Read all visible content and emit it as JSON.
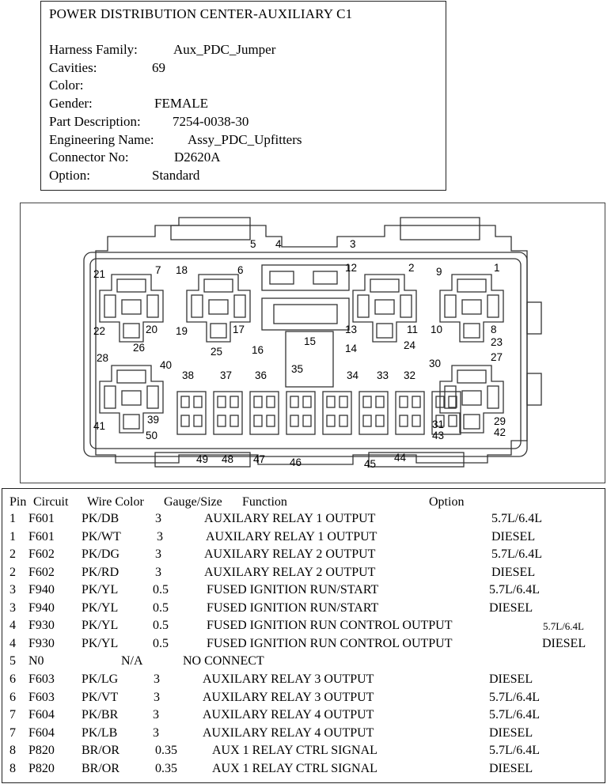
{
  "connector_info": {
    "title": "POWER DISTRIBUTION CENTER-AUXILIARY C1",
    "rows": [
      {
        "label": "Harness Family:",
        "value": "Aux_PDC_Jumper"
      },
      {
        "label": "Cavities:",
        "value": "69"
      },
      {
        "label": "Color:",
        "value": ""
      },
      {
        "label": "Gender:",
        "value": "FEMALE"
      },
      {
        "label": "Part Description:",
        "value": "7254-0038-30"
      },
      {
        "label": "Engineering Name:",
        "value": "Assy_PDC_Upfitters"
      },
      {
        "label": "Connector No:",
        "value": "D2620A"
      },
      {
        "label": "Option:",
        "value": "Standard"
      }
    ]
  },
  "diagram": {
    "pin_labels": [
      "1",
      "2",
      "3",
      "4",
      "5",
      "6",
      "7",
      "8",
      "9",
      "10",
      "11",
      "12",
      "13",
      "14",
      "15",
      "16",
      "17",
      "18",
      "19",
      "20",
      "21",
      "22",
      "23",
      "24",
      "25",
      "26",
      "27",
      "28",
      "29",
      "30",
      "31",
      "32",
      "33",
      "34",
      "35",
      "36",
      "37",
      "38",
      "39",
      "40",
      "41",
      "42",
      "43",
      "44",
      "45",
      "46",
      "47",
      "48",
      "49",
      "50"
    ]
  },
  "pin_table": {
    "headers": {
      "pin": "Pin",
      "circuit": "Circuit",
      "wire_color": "Wire Color",
      "gauge": "Gauge/Size",
      "function": "Function",
      "option": "Option"
    },
    "rows": [
      {
        "pin": "1",
        "circuit": "F601",
        "color": "PK/DB",
        "gauge": "3",
        "function": "AUXILARY RELAY 1 OUTPUT",
        "option": "5.7L/6.4L"
      },
      {
        "pin": "1",
        "circuit": "F601",
        "color": "PK/WT",
        "gauge": "3",
        "function": "AUXILARY RELAY 1 OUTPUT",
        "option": "DIESEL"
      },
      {
        "pin": "2",
        "circuit": "F602",
        "color": "PK/DG",
        "gauge": "3",
        "function": "AUXILARY RELAY 2 OUTPUT",
        "option": "5.7L/6.4L"
      },
      {
        "pin": "2",
        "circuit": "F602",
        "color": "PK/RD",
        "gauge": "3",
        "function": "AUXILARY RELAY 2 OUTPUT",
        "option": "DIESEL"
      },
      {
        "pin": "3",
        "circuit": "F940",
        "color": "PK/YL",
        "gauge": "0.5",
        "function": "FUSED IGNITION RUN/START",
        "option": "5.7L/6.4L"
      },
      {
        "pin": "3",
        "circuit": "F940",
        "color": "PK/YL",
        "gauge": "0.5",
        "function": "FUSED IGNITION RUN/START",
        "option": "DIESEL"
      },
      {
        "pin": "4",
        "circuit": "F930",
        "color": "PK/YL",
        "gauge": "0.5",
        "function": "FUSED IGNITION RUN CONTROL OUTPUT",
        "option": "5.7L/6.4L"
      },
      {
        "pin": "4",
        "circuit": "F930",
        "color": "PK/YL",
        "gauge": "0.5",
        "function": "FUSED IGNITION RUN CONTROL OUTPUT",
        "option": "DIESEL"
      },
      {
        "pin": "5",
        "circuit": "N0",
        "color": "N/A",
        "gauge": "",
        "function": "NO CONNECT",
        "option": ""
      },
      {
        "pin": "6",
        "circuit": "F603",
        "color": "PK/LG",
        "gauge": "3",
        "function": "AUXILARY RELAY 3 OUTPUT",
        "option": "DIESEL"
      },
      {
        "pin": "6",
        "circuit": "F603",
        "color": "PK/VT",
        "gauge": "3",
        "function": "AUXILARY RELAY 3 OUTPUT",
        "option": "5.7L/6.4L"
      },
      {
        "pin": "7",
        "circuit": "F604",
        "color": "PK/BR",
        "gauge": "3",
        "function": "AUXILARY RELAY 4 OUTPUT",
        "option": "5.7L/6.4L"
      },
      {
        "pin": "7",
        "circuit": "F604",
        "color": "PK/LB",
        "gauge": "3",
        "function": "AUXILARY RELAY 4 OUTPUT",
        "option": "DIESEL"
      },
      {
        "pin": "8",
        "circuit": "P820",
        "color": "BR/OR",
        "gauge": "0.35",
        "function": "AUX 1 RELAY CTRL SIGNAL",
        "option": "5.7L/6.4L"
      },
      {
        "pin": "8",
        "circuit": "P820",
        "color": "BR/OR",
        "gauge": "0.35",
        "function": "AUX 1 RELAY CTRL SIGNAL",
        "option": "DIESEL"
      }
    ]
  }
}
